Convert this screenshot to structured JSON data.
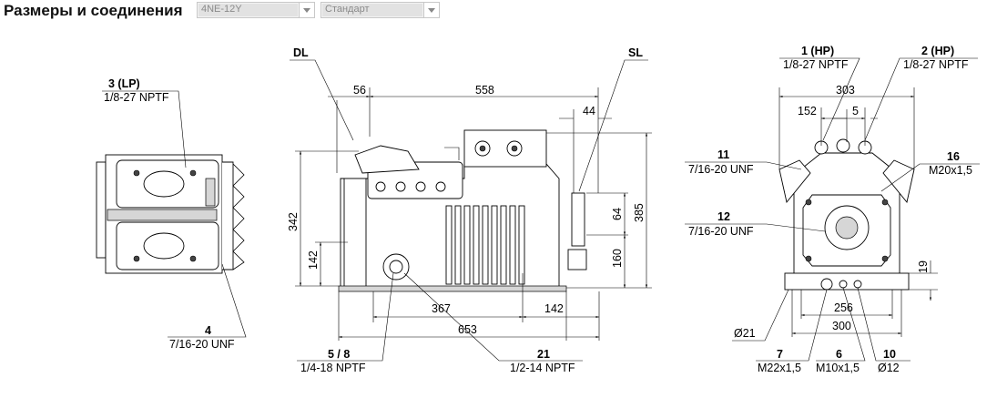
{
  "header": {
    "title": "Размеры и соединения",
    "model_select": "4NE-12Y",
    "variant_select": "Стандарт"
  },
  "left_view": {
    "c3_num": "3 (LP)",
    "c3_spec": "1/8-27 NPTF",
    "c4_num": "4",
    "c4_spec": "7/16-20 UNF"
  },
  "side_view": {
    "dl": "DL",
    "sl": "SL",
    "d56": "56",
    "d558": "558",
    "d44": "44",
    "d342": "342",
    "d142v": "142",
    "d64": "64",
    "d385": "385",
    "d160": "160",
    "d367": "367",
    "d142h": "142",
    "d653": "653",
    "c58_num": "5 / 8",
    "c58_spec": "1/4-18 NPTF",
    "c21_num": "21",
    "c21_spec": "1/2-14 NPTF"
  },
  "end_view": {
    "c1_num": "1 (HP)",
    "c1_spec": "1/8-27 NPTF",
    "c2_num": "2 (HP)",
    "c2_spec": "1/8-27 NPTF",
    "d303": "303",
    "d152": "152",
    "d5": "5",
    "c11_num": "11",
    "c11_spec": "7/16-20 UNF",
    "c16_num": "16",
    "c16_spec": "M20x1,5",
    "c12_num": "12",
    "c12_spec": "7/16-20 UNF",
    "d19": "19",
    "d256": "256",
    "d300": "300",
    "d21": "Ø21",
    "c7_num": "7",
    "c7_spec": "M22x1,5",
    "c6_num": "6",
    "c6_spec": "M10x1,5",
    "c10_num": "10",
    "c10_spec": "Ø12"
  }
}
